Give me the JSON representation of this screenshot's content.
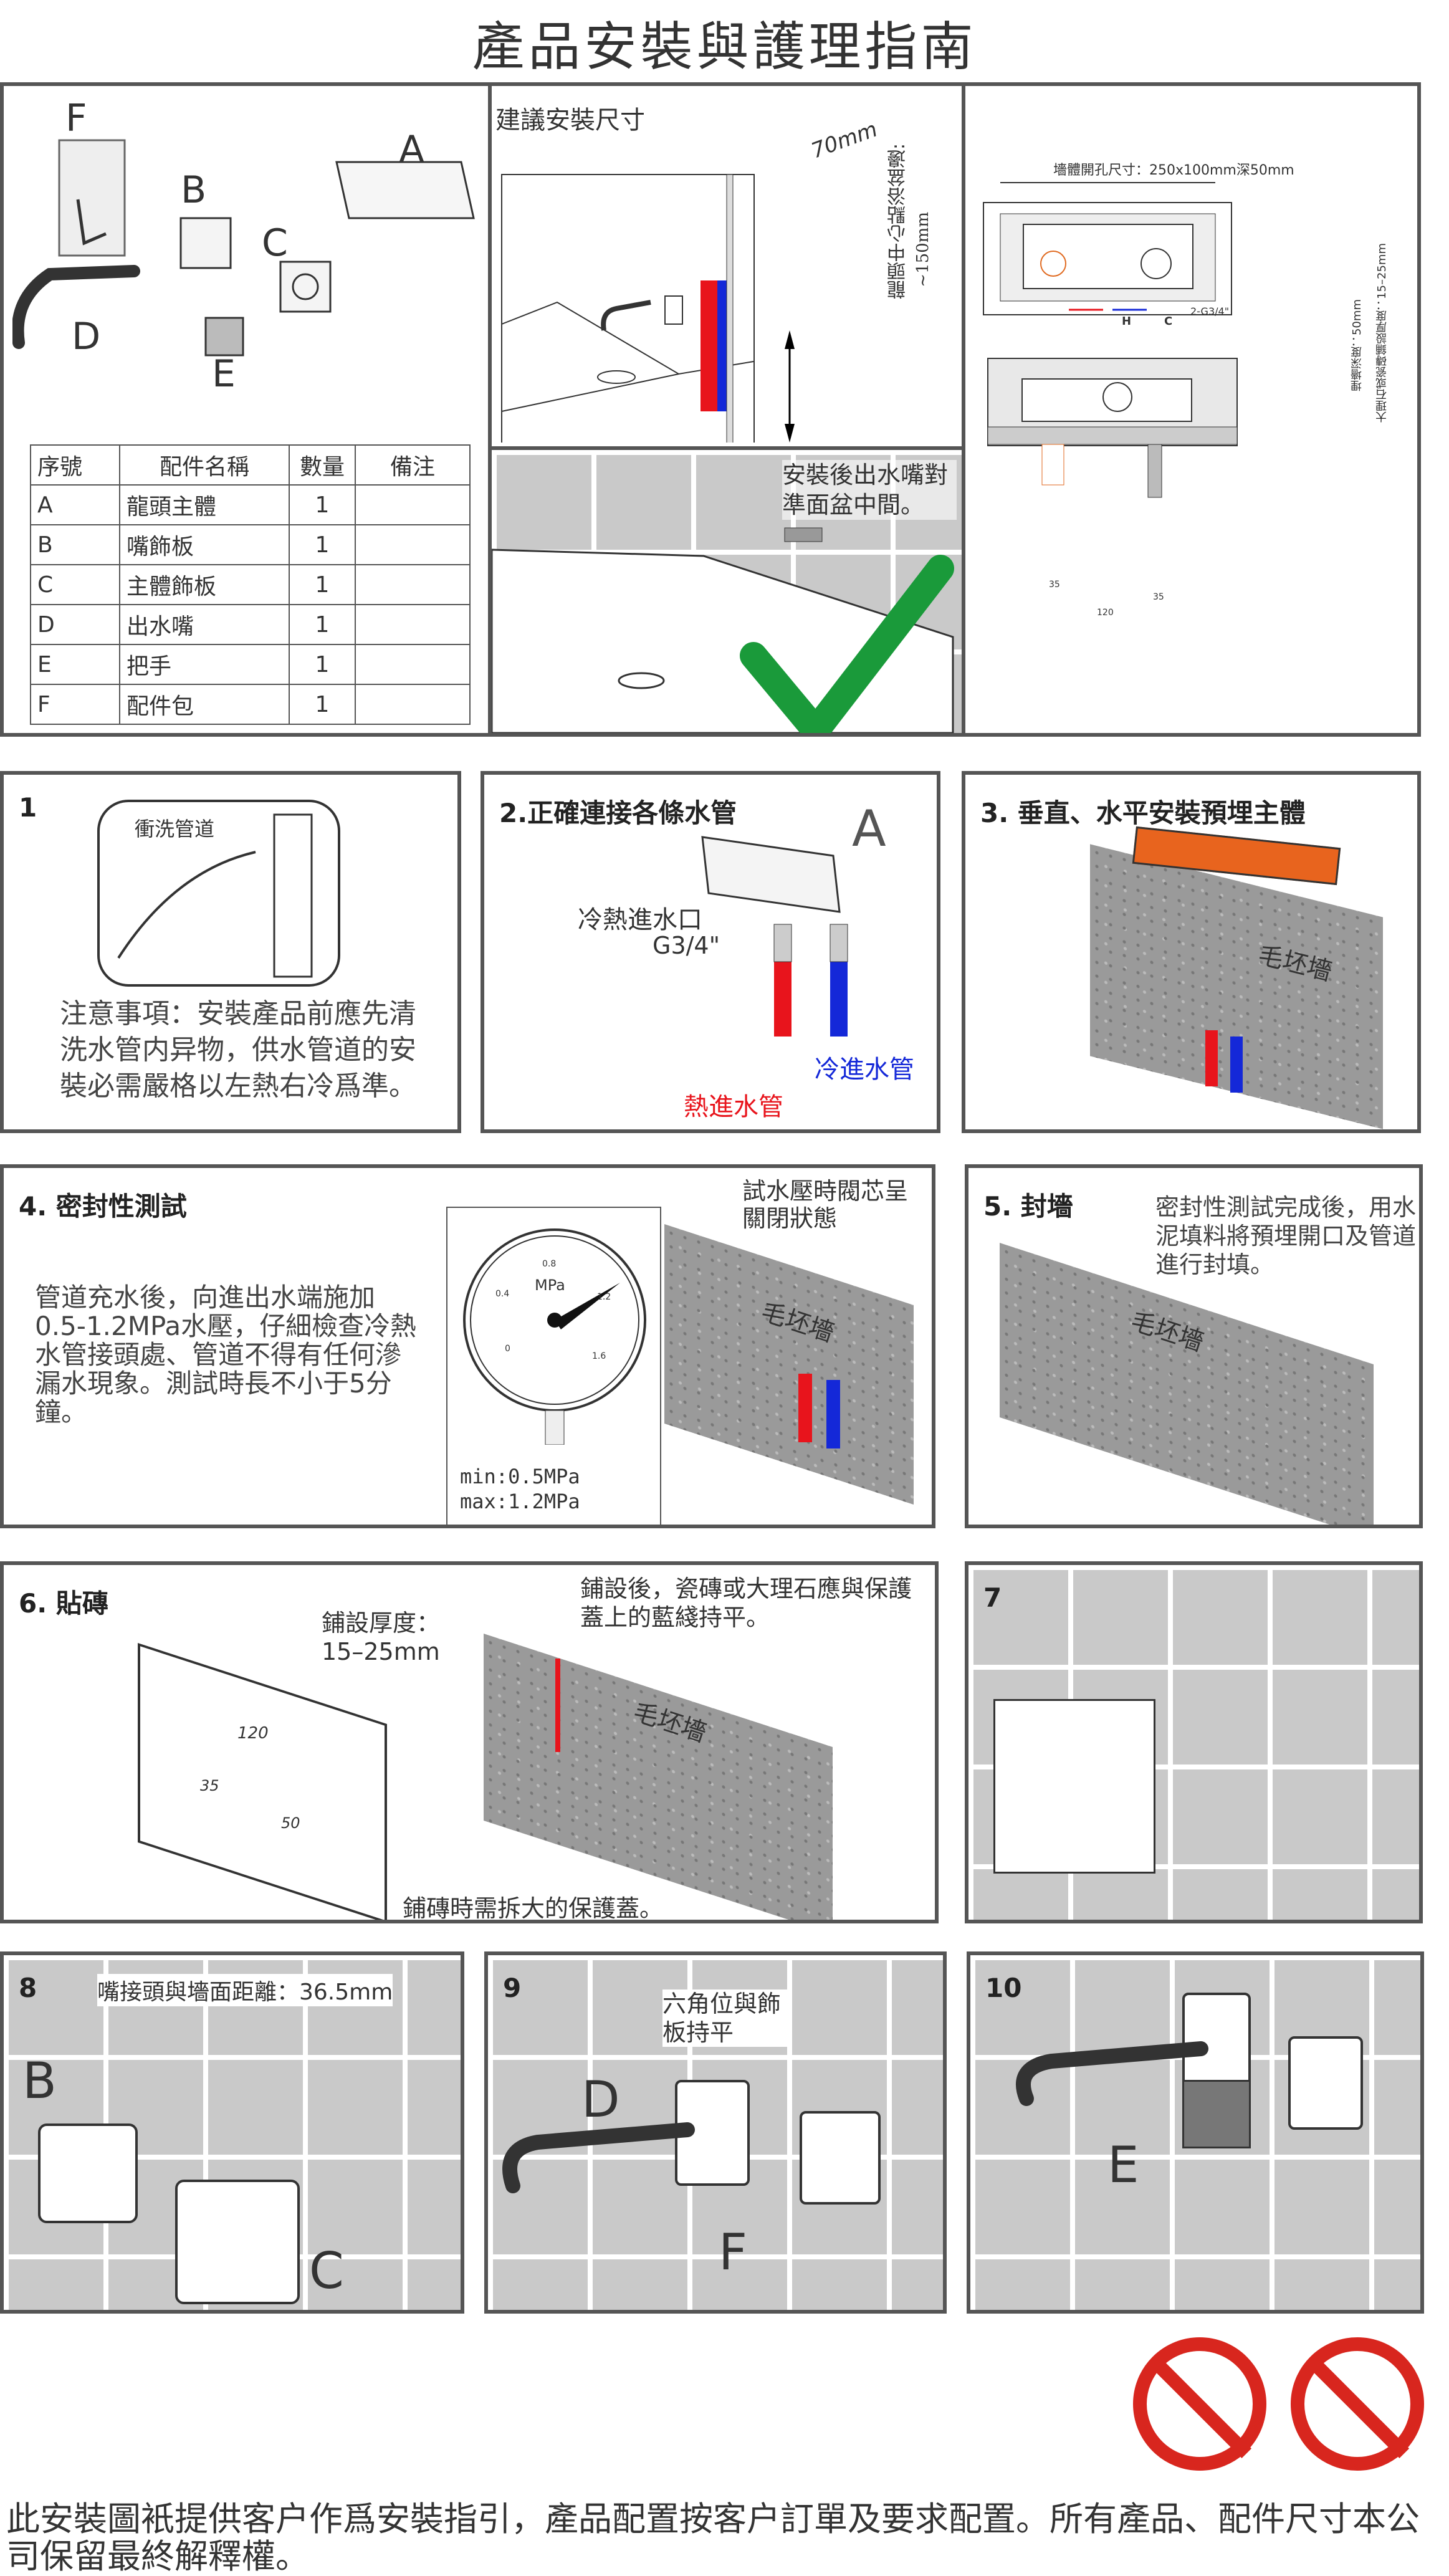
{
  "title": "產品安裝與護理指南",
  "top": {
    "letters": {
      "F": "F",
      "B": "B",
      "A": "A",
      "C": "C",
      "D": "D",
      "E": "E"
    },
    "table": {
      "headers": [
        "序號",
        "配件名稱",
        "數量",
        "備注"
      ],
      "rows": [
        [
          "A",
          "龍頭主體",
          "1",
          ""
        ],
        [
          "B",
          "嘴飾板",
          "1",
          ""
        ],
        [
          "C",
          "主體飾板",
          "1",
          ""
        ],
        [
          "D",
          "出水嘴",
          "1",
          ""
        ],
        [
          "E",
          "把手",
          "1",
          ""
        ],
        [
          "F",
          "配件包",
          "1",
          ""
        ]
      ]
    },
    "install_dims": {
      "title": "建議安裝尺寸",
      "depth": "70mm",
      "vertical_label": "龍頭中心點浴盆邊:",
      "vertical_value": "~150mm"
    },
    "spout_note": "安裝後出水嘴對準面盆中間。",
    "wall": {
      "opening": "墻體開孔尺寸：250x100mm深50mm",
      "thread": "2-G3/4\"",
      "hot": "H",
      "cold": "C",
      "embed_depth": "埋墻深度：50mm",
      "tile_thickness": "大理石或瓷磚鋪設厚度：15–25mm",
      "dim_35a": "35",
      "dim_35b": "35",
      "dim_120": "120"
    }
  },
  "steps": {
    "s1": {
      "num": "1",
      "pipe": "衝洗管道",
      "text": "注意事項：安裝產品前應先清洗水管内异物，供水管道的安裝必需嚴格以左熱右冷爲準。"
    },
    "s2": {
      "title": "2.正確連接各條水管",
      "letter": "A",
      "inlet": "冷熱進水口",
      "thread": "G3/4\"",
      "hot": "熱進水管",
      "cold": "冷進水管"
    },
    "s3": {
      "title": "3. 垂直、水平安裝預埋主體",
      "wall": "毛坯墻"
    },
    "s4": {
      "title": "4. 密封性測試",
      "text": "管道充水後，向進出水端施加0.5-1.2MPa水壓，仔細檢查冷熱水管接頭處、管道不得有任何滲漏水現象。測試時長不小于5分鐘。",
      "note": "試水壓時閥芯呈關閉狀態",
      "unit": "MPa",
      "ticks": [
        "0",
        "0.4",
        "0.8",
        "1.2",
        "1.6"
      ],
      "min": "min:0.5MPa",
      "max": "max:1.2MPa",
      "wall": "毛坯墻"
    },
    "s5": {
      "title": "5. 封墻",
      "text": "密封性測試完成後，用水泥填料將預埋開口及管道進行封填。",
      "wall": "毛坯墻"
    },
    "s6": {
      "title": "6. 貼磚",
      "thickness": "鋪設厚度：15–25mm",
      "note": "鋪設後，瓷磚或大理石應與保護蓋上的藍綫持平。",
      "cover": "鋪磚時需拆大的保護蓋。",
      "d120": "120",
      "d35": "35",
      "d50": "50",
      "wall": "毛坯墻"
    },
    "s7": {
      "num": "7"
    },
    "s8": {
      "num": "8",
      "note": "嘴接頭與墻面距離：36.5mm",
      "b": "B",
      "c": "C"
    },
    "s9": {
      "num": "9",
      "note": "六角位與飾板持平",
      "d": "D",
      "f": "F"
    },
    "s10": {
      "num": "10",
      "e": "E"
    }
  },
  "footer": "此安裝圖衹提供客户作爲安裝指引，產品配置按客户訂單及要求配置。所有產品、配件尺寸本公司保留最終解釋權。",
  "colors": {
    "hot": "#e8141c",
    "cold": "#1428d8",
    "check": "#1a9a3a",
    "prohibit": "#d8261e"
  }
}
